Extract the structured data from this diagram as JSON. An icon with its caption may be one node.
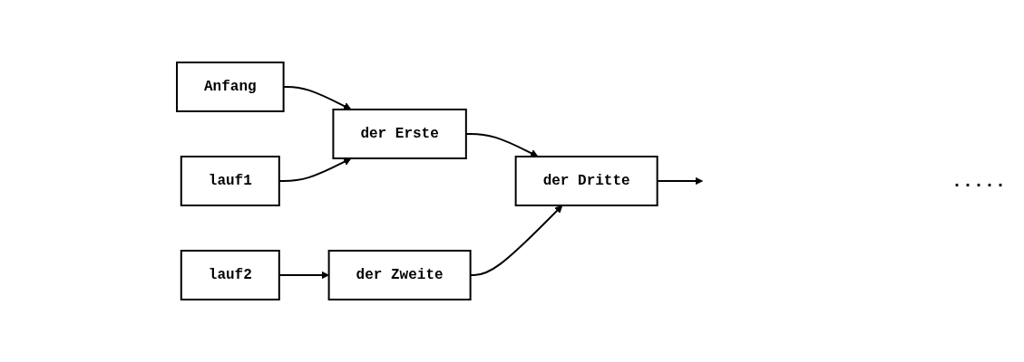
{
  "diagram": {
    "nodes": [
      {
        "text": [
          "Anfang"
        ]
      },
      {
        "text": [
          "der Erste"
        ]
      },
      {
        "text": [
          "der Zweite"
        ]
      },
      {
        "text": [
          "der Dritte"
        ]
      },
      {
        "text": [
          "lauf1"
        ]
      },
      {
        "text": [
          "lauf2"
        ]
      }
    ],
    "edges": [
      {
        "from": 0,
        "to": 1,
        "arrow": "to"
      },
      {
        "from": 1,
        "to": 3,
        "arrow": "to"
      },
      {
        "from": 2,
        "to": 3,
        "arrow": "to"
      },
      {
        "from": 3,
        "to": null,
        "arrow": "to"
      },
      {
        "from": 4,
        "to": 1,
        "arrow": "to"
      },
      {
        "from": 5,
        "to": 2,
        "arrow": "to"
      }
    ],
    "labels": [
      "....."
    ]
  }
}
